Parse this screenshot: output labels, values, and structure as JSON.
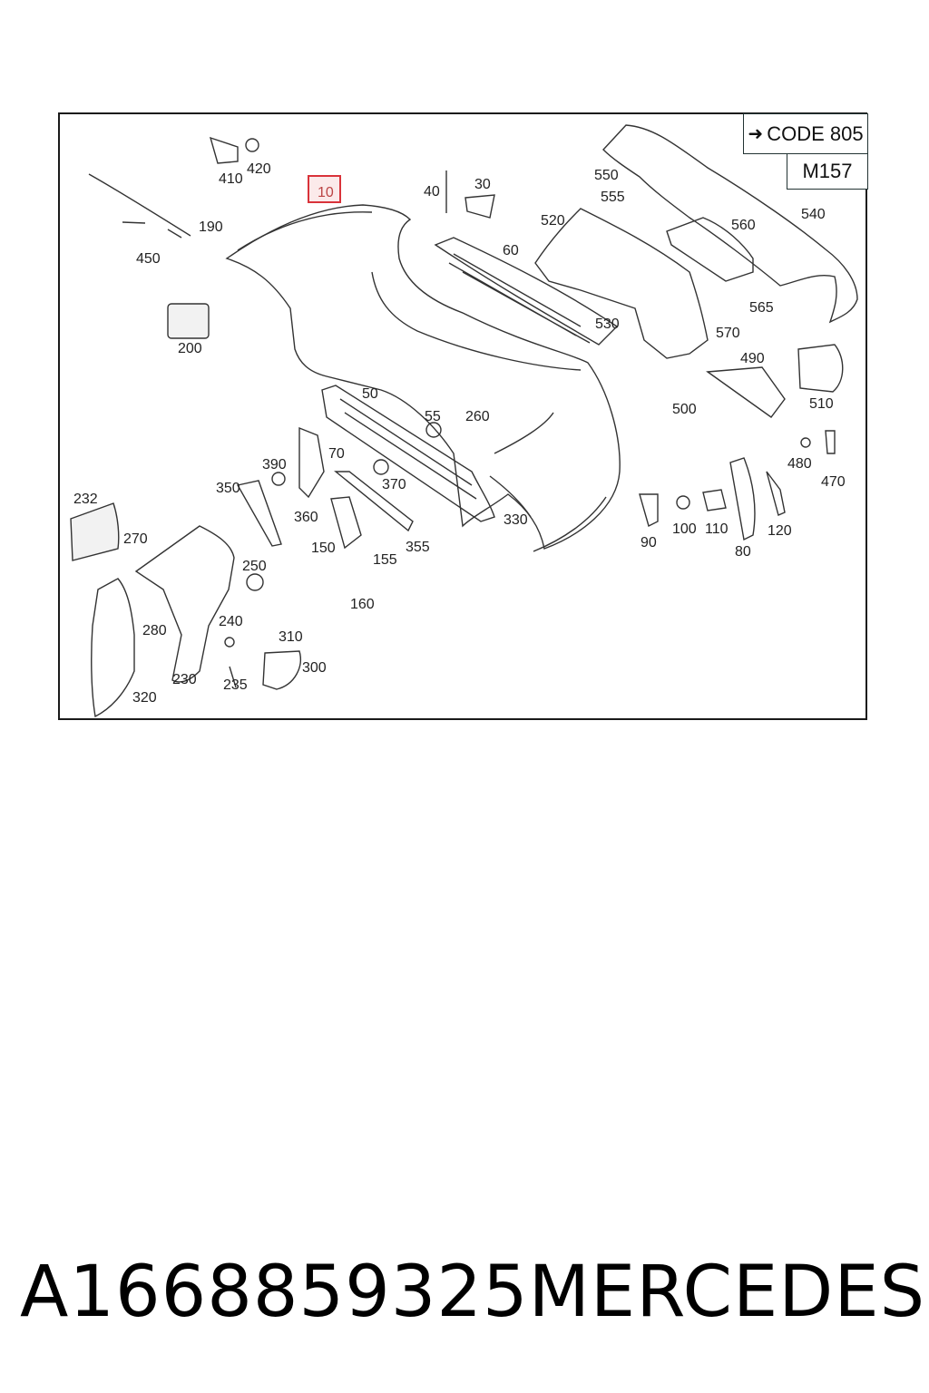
{
  "header": {
    "code_label": "CODE 805",
    "code_arrow_icon": "arrow-right-icon",
    "model_label": "M157"
  },
  "callouts": {
    "p10": "10",
    "p20": "",
    "p30": "30",
    "p40": "40",
    "p50": "50",
    "p55": "55",
    "p60": "60",
    "p70": "70",
    "p80": "80",
    "p90": "90",
    "p100": "100",
    "p110": "110",
    "p120": "120",
    "p150": "150",
    "p155": "155",
    "p160": "160",
    "p190": "190",
    "p200": "200",
    "p230": "230",
    "p232": "232",
    "p235": "235",
    "p240": "240",
    "p250": "250",
    "p260": "260",
    "p270": "270",
    "p280": "280",
    "p300": "300",
    "p310": "310",
    "p320": "320",
    "p330": "330",
    "p350": "350",
    "p355": "355",
    "p360": "360",
    "p370": "370",
    "p390": "390",
    "p410": "410",
    "p420": "420",
    "p450": "450",
    "p470": "470",
    "p480": "480",
    "p490": "490",
    "p500": "500",
    "p510": "510",
    "p520": "520",
    "p530": "530",
    "p540": "540",
    "p550": "550",
    "p555": "555",
    "p560": "560",
    "p565": "565",
    "p570": "570"
  },
  "highlighted_part": "10",
  "colors": {
    "highlight_border": "#d9333a",
    "highlight_fill": "#fbeaea",
    "line": "#333333"
  },
  "footer": {
    "part_number": "A1668859325",
    "brand": "MERCEDES"
  }
}
